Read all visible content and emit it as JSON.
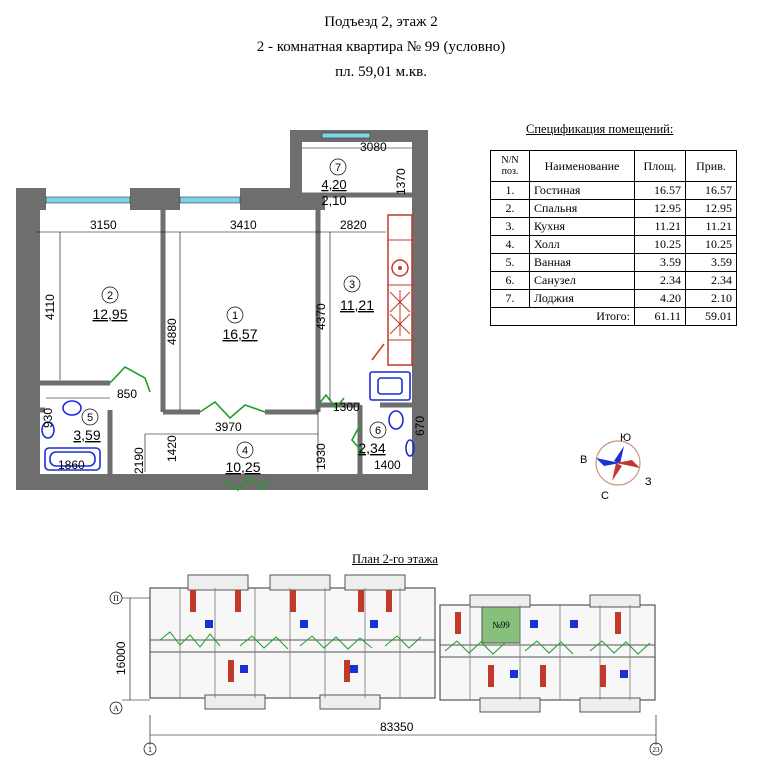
{
  "header": {
    "line1": "Подъезд 2, этаж 2",
    "line2": "2 - комнатная квартира № 99 (условно)",
    "line3": "пл. 59,01 м.кв."
  },
  "spec": {
    "title": "Спецификация помещений:",
    "col_num": "N/N поз.",
    "col_name": "Наименование",
    "col_area": "Площ.",
    "col_red": "Прив.",
    "rows": [
      {
        "num": "1.",
        "name": "Гостиная",
        "area": "16.57",
        "red": "16.57"
      },
      {
        "num": "2.",
        "name": "Спальня",
        "area": "12.95",
        "red": "12.95"
      },
      {
        "num": "3.",
        "name": "Кухня",
        "area": "11.21",
        "red": "11.21"
      },
      {
        "num": "4.",
        "name": "Холл",
        "area": "10.25",
        "red": "10.25"
      },
      {
        "num": "5.",
        "name": "Ванная",
        "area": "3.59",
        "red": "3.59"
      },
      {
        "num": "6.",
        "name": "Санузел",
        "area": "2.34",
        "red": "2.34"
      },
      {
        "num": "7.",
        "name": "Лоджия",
        "area": "4.20",
        "red": "2.10"
      }
    ],
    "total_label": "Итого:",
    "total_area": "61.11",
    "total_red": "59.01"
  },
  "rooms": {
    "r1": {
      "num": "1",
      "area": "16,57"
    },
    "r2": {
      "num": "2",
      "area": "12,95"
    },
    "r3": {
      "num": "3",
      "area": "11,21"
    },
    "r4": {
      "num": "4",
      "area": "10,25"
    },
    "r5": {
      "num": "5",
      "area": "3,59"
    },
    "r6": {
      "num": "6",
      "area": "2,34"
    },
    "r7": {
      "num": "7",
      "area1": "4,20",
      "area2": "2,10"
    }
  },
  "dims": {
    "d3080": "3080",
    "d1370": "1370",
    "d3150": "3150",
    "d3410": "3410",
    "d2820": "2820",
    "d4110": "4110",
    "d4880": "4880",
    "d4370": "4370",
    "d850": "850",
    "d930": "930",
    "d3970": "3970",
    "d1300": "1300",
    "d670": "670",
    "d2190": "2190",
    "d1420": "1420",
    "d1930": "1930",
    "d1860": "1860",
    "d1400": "1400"
  },
  "compass": {
    "n": "Ю",
    "w": "В",
    "s": "С",
    "e": "З"
  },
  "floor_plan": {
    "title": "План 2-го этажа",
    "height_dim": "16000",
    "width_dim": "83350",
    "axis_top": "П",
    "axis_bottom": "А",
    "axis_left": "1",
    "axis_right": "23",
    "unit_label": "№99"
  },
  "colors": {
    "wall": "#6e6e6e",
    "window": "#7fd3e6",
    "kitchen": "#c0392b",
    "sanitary": "#1a2fd6",
    "door": "#1f9e2a",
    "highlight": "#86c07a"
  }
}
